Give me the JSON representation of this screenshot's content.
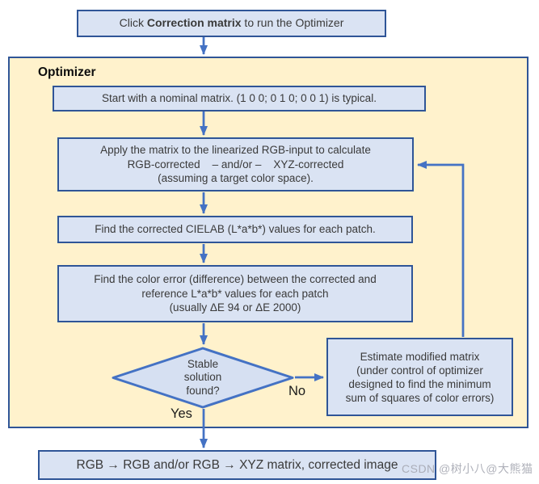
{
  "colors": {
    "container_fill": "#FFF2CC",
    "container_border": "#2F5597",
    "box_fill": "#DAE3F3",
    "box_border": "#2F5597",
    "diamond_border": "#4472C4",
    "arrow": "#4472C4",
    "text": "#3A3A3A",
    "watermark_color": "#A2A4AE"
  },
  "top_box": {
    "prefix": "Click ",
    "bold": "Correction matrix",
    "suffix": " to run the Optimizer"
  },
  "container": {
    "title": "Optimizer"
  },
  "steps": {
    "start": "Start with a nominal matrix. (1 0 0; 0 1 0; 0 0 1) is typical.",
    "apply": {
      "line1": "Apply the matrix to the linearized RGB-input to calculate",
      "line2": "RGB-corrected    – and/or –    XYZ-corrected",
      "line3": "(assuming a target color space)."
    },
    "cielab": "Find the corrected CIELAB (L*a*b*) values for each patch.",
    "error": {
      "line1": "Find the color error (difference) between the corrected and",
      "line2": "reference L*a*b* values for each patch",
      "line3": "(usually ΔE 94 or ΔE 2000)"
    },
    "decision": {
      "line1": "Stable",
      "line2": "solution",
      "line3": "found?"
    },
    "estimate": {
      "line1": "Estimate modified matrix",
      "line2": "(under control of optimizer",
      "line3": "designed to find the minimum",
      "line4": "sum of squares of color errors)"
    },
    "output": "RGB → RGB and/or RGB → XYZ matrix, corrected image"
  },
  "labels": {
    "yes": "Yes",
    "no": "No"
  },
  "watermark": "CSDN @树小八@大熊猫"
}
